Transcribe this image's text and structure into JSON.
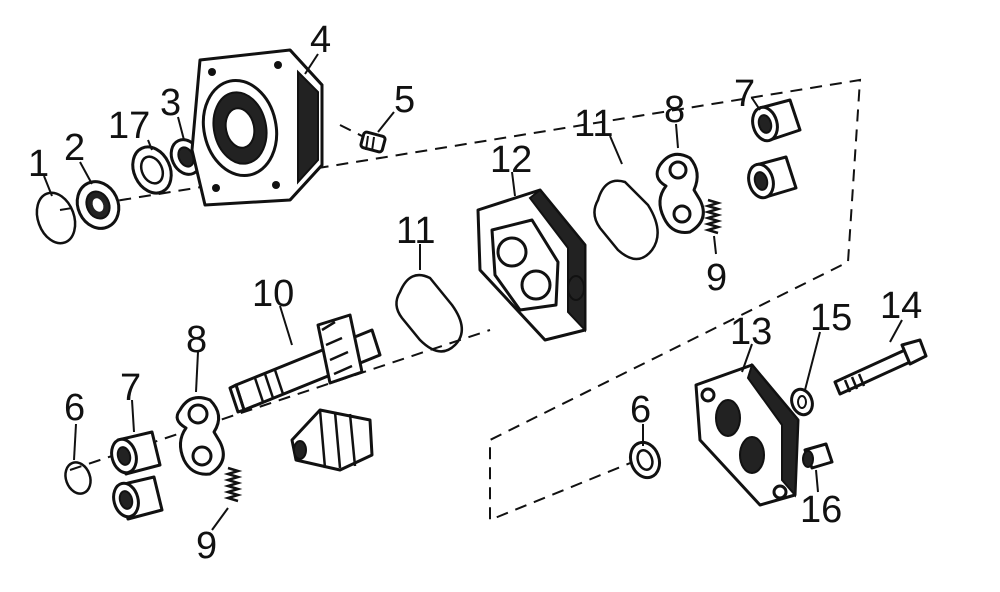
{
  "callouts": {
    "c1": "1",
    "c2": "2",
    "c17": "17",
    "c3": "3",
    "c4": "4",
    "c5": "5",
    "c11a": "11",
    "c12": "12",
    "c11b": "11",
    "c8a": "8",
    "c7a": "7",
    "c9a": "9",
    "c10": "10",
    "c8b": "8",
    "c6a": "6",
    "c7b": "7",
    "c9b": "9",
    "c6b": "6",
    "c13": "13",
    "c15": "15",
    "c14": "14",
    "c16": "16"
  }
}
